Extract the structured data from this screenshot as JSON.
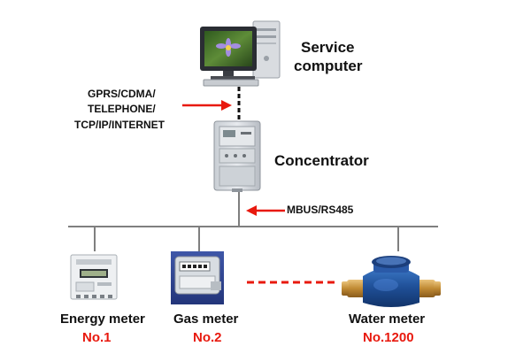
{
  "nodes": {
    "service_computer": {
      "line1": "Service",
      "line2": "computer"
    },
    "concentrator": {
      "label": "Concentrator"
    },
    "energy_meter": {
      "name": "Energy meter",
      "number": "No.1"
    },
    "gas_meter": {
      "name": "Gas meter",
      "number": "No.2"
    },
    "water_meter": {
      "name": "Water meter",
      "number": "No.1200"
    }
  },
  "links": {
    "uplink": {
      "lines": [
        "GPRS/CDMA/",
        "TELEPHONE/",
        "TCP/IP/INTERNET"
      ]
    },
    "bus": {
      "label": "MBUS/RS485"
    }
  },
  "colors": {
    "accent": "#e8190e",
    "text": "#111111",
    "line": "#7f7f7f"
  },
  "icons": [
    "computer-icon",
    "concentrator-device-icon",
    "energy-meter-icon",
    "gas-meter-icon",
    "water-meter-icon"
  ]
}
